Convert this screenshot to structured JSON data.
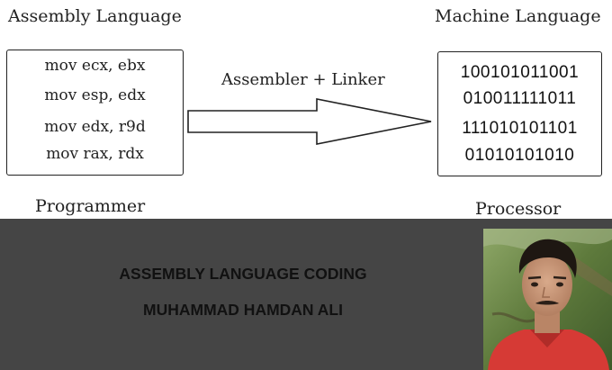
{
  "diagram": {
    "left_title": "Assembly Language",
    "right_title": "Machine Language",
    "assembly_lines": [
      "mov ecx, ebx",
      "mov esp, edx",
      "mov edx, r9d",
      "mov rax, rdx"
    ],
    "arrow_label": "Assembler + Linker",
    "machine_lines": [
      "100101011001",
      "010011111011",
      "111010101101",
      "01010101010"
    ],
    "left_caption": "Programmer",
    "right_caption": "Processor"
  },
  "banner": {
    "line1": "ASSEMBLY LANGUAGE CODING",
    "line2": "MUHAMMAD HAMDAN ALI",
    "background": "#454545"
  },
  "colors": {
    "photo_shirt": "#d63a35",
    "photo_background": "#6f8a4a"
  }
}
